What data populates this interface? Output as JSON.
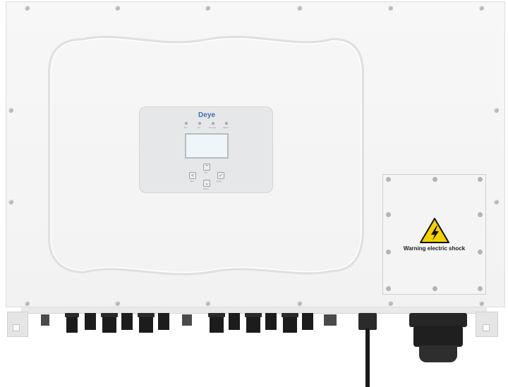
{
  "product": {
    "brand_logo": "Deye",
    "display_panel": {
      "led_indicators": [
        "DC",
        "AC",
        "Normal",
        "Alarm"
      ],
      "keys": [
        {
          "icon": "up-arrow-icon",
          "glyph": "⌃",
          "label": "Up"
        },
        {
          "icon": "left-arrow-icon",
          "glyph": "<",
          "label": "Esc"
        },
        {
          "icon": "enter-check-icon",
          "glyph": "✓",
          "label": "Enter"
        },
        {
          "icon": "down-arrow-icon",
          "glyph": "⌄",
          "label": "Down"
        }
      ]
    },
    "ac_cover": {
      "warning_text": "Warning electric shock",
      "warning_icon": "high-voltage-warning-icon"
    }
  },
  "colors": {
    "housing": "#f4f4f4",
    "warning_yellow": "#f5d000",
    "brand_blue": "#3a6fb0",
    "connector_black": "#1c1c1c"
  }
}
